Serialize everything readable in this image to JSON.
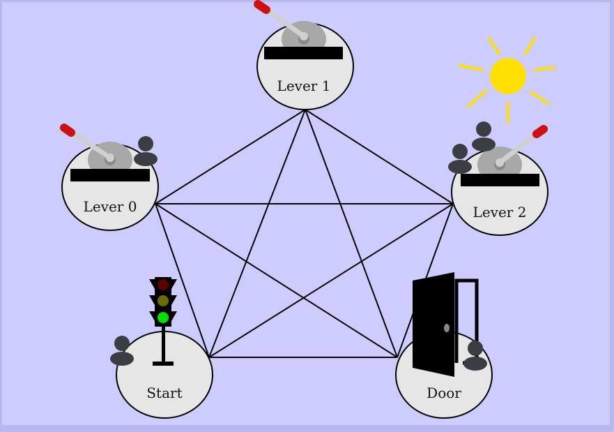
{
  "colors": {
    "background": "#ccccff",
    "border": "#b8b8ee",
    "node_fill": "#e6e6e6",
    "edge": "#000000",
    "lever_knob": "#cc1111",
    "sun": "#ffe000",
    "agent": "#3a3d42"
  },
  "nodes": {
    "lever1": {
      "label": "Lever 1"
    },
    "lever0": {
      "label": "Lever 0"
    },
    "lever2": {
      "label": "Lever 2"
    },
    "start": {
      "label": "Start"
    },
    "door": {
      "label": "Door"
    }
  },
  "icons": [
    "lever-icon",
    "sun-icon",
    "traffic-light-icon",
    "door-icon",
    "agent-icon"
  ],
  "traffic_light_state": "green"
}
